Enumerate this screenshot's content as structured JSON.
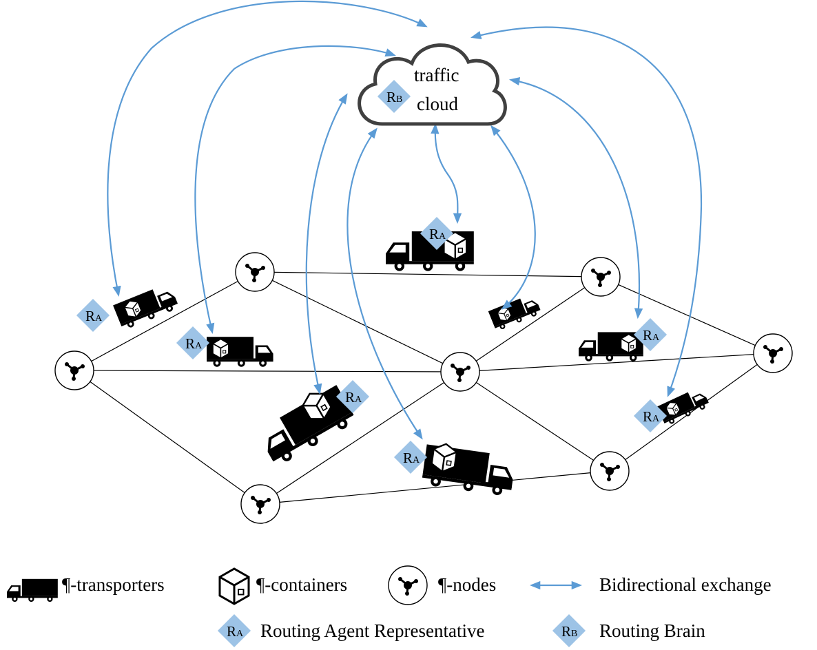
{
  "cloud": {
    "line1": "traffic",
    "line2": "cloud"
  },
  "badges": {
    "agent": {
      "letter": "R",
      "sub": "A"
    },
    "brain": {
      "letter": "R",
      "sub": "B"
    }
  },
  "legend": {
    "transporters": "¶-transporters",
    "containers": "¶-containers",
    "nodes": "¶-nodes",
    "exchange": "Bidirectional exchange",
    "agent_rep": "Routing Agent Representative",
    "brain": "Routing Brain"
  },
  "colors": {
    "arrow": "#5b9bd5",
    "badge": "#9dc3e6",
    "cloud_stroke": "#404040",
    "edge": "#000000"
  },
  "icons": [
    "truck-icon",
    "container-box-icon",
    "node-hub-icon",
    "bidirectional-arrow-icon",
    "diamond-badge-icon"
  ]
}
